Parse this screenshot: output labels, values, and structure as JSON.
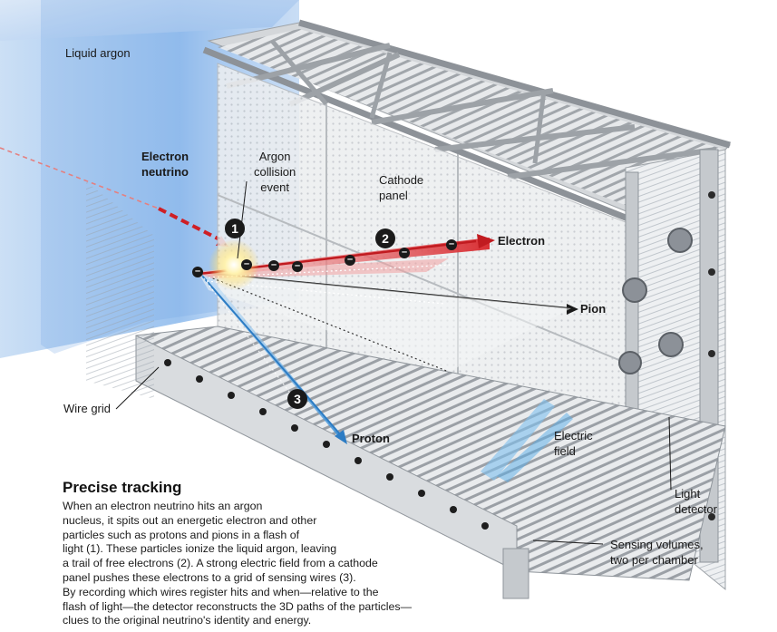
{
  "labels": {
    "liquid_argon": "Liquid argon",
    "electron_neutrino": "Electron\nneutrino",
    "argon_collision_event": "Argon\ncollision\nevent",
    "cathode_panel": "Cathode\npanel",
    "electron": "Electron",
    "pion": "Pion",
    "proton": "Proton",
    "wire_grid": "Wire grid",
    "electric_field": "Electric\nfield",
    "light_detector": "Light\ndetector",
    "sensing_volumes": "Sensing volumes,\ntwo per chamber"
  },
  "steps": [
    "1",
    "2",
    "3"
  ],
  "electron_symbol": "–",
  "info": {
    "title": "Precise tracking",
    "body": "When an electron neutrino hits an argon\nnucleus, it spits out an energetic electron and other\nparticles such as protons and pions in a flash of\nlight (1). These particles ionize the liquid argon, leaving\na trail of free electrons (2). A strong electric field from a cathode\npanel pushes these electrons to a grid of sensing wires (3).\nBy recording which wires register hits and when—relative to the\nflash of light—the detector reconstructs the 3D paths of the particles—\nclues to the original neutrino's identity and energy."
  },
  "colors": {
    "argon_blue": "#7fb2ea",
    "electron_red": "#d8262b",
    "neutrino_red": "#cf1f25",
    "proton_blue": "#3a8fd6",
    "frame_gray": "#a9adb2",
    "badge_black": "#1a1a1a"
  }
}
